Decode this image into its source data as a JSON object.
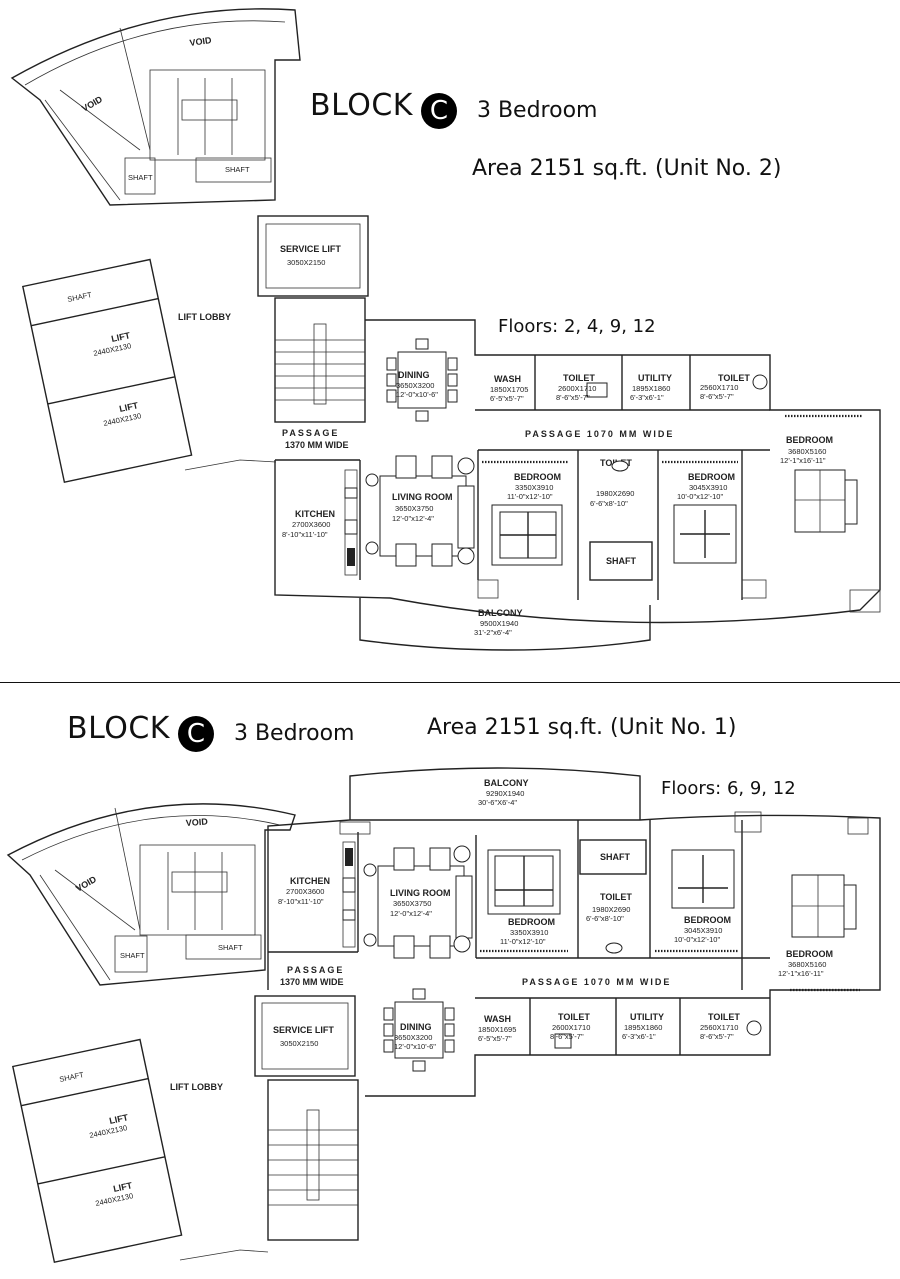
{
  "unit2": {
    "block_word": "BLOCK",
    "block_letter": "C",
    "bedrooms": "3 Bedroom",
    "area": "Area 2151 sq.ft. (Unit No. 2)",
    "floors": "Floors: 2, 4, 9, 12",
    "rooms": {
      "void1": "VOID",
      "void2": "VOID",
      "shaft_a": "SHAFT",
      "shaft_b": "SHAFT",
      "shaft_c": "SHAFT",
      "service_lift": "SERVICE LIFT",
      "service_lift_dim": "3050X2150",
      "lift_lobby": "LIFT LOBBY",
      "lift1": "LIFT",
      "lift1_dim": "2440X2130",
      "lift2": "LIFT",
      "lift2_dim": "2440X2130",
      "passage_left": "PASSAGE",
      "passage_left_w": "1370 MM WIDE",
      "dining": "DINING",
      "dining_dim1": "3650X3200",
      "dining_dim2": "12'-0\"x10'-6\"",
      "wash": "WASH",
      "wash_dim1": "1850X1705",
      "wash_dim2": "6'-5\"x5'-7\"",
      "toilet1": "TOILET",
      "toilet1_dim1": "2600X1710",
      "toilet1_dim2": "8'-6\"x5'-7\"",
      "utility": "UTILITY",
      "utility_dim1": "1895X1860",
      "utility_dim2": "6'-3\"x6'-1\"",
      "toilet2": "TOILET",
      "toilet2_dim1": "2560X1710",
      "toilet2_dim2": "8'-6\"x5'-7\"",
      "passage_main": "PASSAGE 1070 MM WIDE",
      "bedroom_r": "BEDROOM",
      "bedroom_r_dim1": "3680X5160",
      "bedroom_r_dim2": "12'-1\"x16'-11\"",
      "kitchen": "KITCHEN",
      "kitchen_dim1": "2700X3600",
      "kitchen_dim2": "8'-10\"x11'-10\"",
      "living": "LIVING ROOM",
      "living_dim1": "3650X3750",
      "living_dim2": "12'-0\"x12'-4\"",
      "bedroom1": "BEDROOM",
      "bedroom1_dim1": "3350X3910",
      "bedroom1_dim2": "11'-0\"x12'-10\"",
      "toilet3": "TOILET",
      "toilet3_dim1": "1980X2690",
      "toilet3_dim2": "6'-6\"x8'-10\"",
      "shaft_mid": "SHAFT",
      "bedroom2": "BEDROOM",
      "bedroom2_dim1": "3045X3910",
      "bedroom2_dim2": "10'-0\"x12'-10\"",
      "balcony": "BALCONY",
      "balcony_dim1": "9500X1940",
      "balcony_dim2": "31'-2\"x6'-4\""
    }
  },
  "unit1": {
    "block_word": "BLOCK",
    "block_letter": "C",
    "bedrooms": "3 Bedroom",
    "area": "Area 2151 sq.ft. (Unit No. 1)",
    "floors": "Floors: 6, 9, 12",
    "rooms": {
      "balcony": "BALCONY",
      "balcony_dim1": "9290X1940",
      "balcony_dim2": "30'-6\"X6'-4\"",
      "void1": "VOID",
      "void2": "VOID",
      "shaft_a": "SHAFT",
      "shaft_b": "SHAFT",
      "shaft_c": "SHAFT",
      "kitchen": "KITCHEN",
      "kitchen_dim1": "2700X3600",
      "kitchen_dim2": "8'-10\"x11'-10\"",
      "living": "LIVING ROOM",
      "living_dim1": "3650X3750",
      "living_dim2": "12'-0\"x12'-4\"",
      "shaft_mid": "SHAFT",
      "toilet3": "TOILET",
      "toilet3_dim1": "1980X2690",
      "toilet3_dim2": "6'-6\"x8'-10\"",
      "bedroom1": "BEDROOM",
      "bedroom1_dim1": "3350X3910",
      "bedroom1_dim2": "11'-0\"x12'-10\"",
      "bedroom2": "BEDROOM",
      "bedroom2_dim1": "3045X3910",
      "bedroom2_dim2": "10'-0\"x12'-10\"",
      "bedroom_r": "BEDROOM",
      "bedroom_r_dim1": "3680X5160",
      "bedroom_r_dim2": "12'-1\"x16'-11\"",
      "passage_left": "PASSAGE",
      "passage_left_w": "1370 MM WIDE",
      "passage_main": "PASSAGE 1070 MM WIDE",
      "service_lift": "SERVICE LIFT",
      "service_lift_dim": "3050X2150",
      "dining": "DINING",
      "dining_dim1": "3650X3200",
      "dining_dim2": "12'-0\"x10'-6\"",
      "wash": "WASH",
      "wash_dim1": "1850X1695",
      "wash_dim2": "6'-5\"x5'-7\"",
      "toilet1": "TOILET",
      "toilet1_dim1": "2600X1710",
      "toilet1_dim2": "8'-6\"x5'-7\"",
      "utility": "UTILITY",
      "utility_dim1": "1895X1860",
      "utility_dim2": "6'-3\"x6'-1\"",
      "toilet2": "TOILET",
      "toilet2_dim1": "2560X1710",
      "toilet2_dim2": "8'-6\"x5'-7\"",
      "lift_lobby": "LIFT LOBBY",
      "lift1": "LIFT",
      "lift1_dim": "2440X2130",
      "lift2": "LIFT",
      "lift2_dim": "2440X2130"
    }
  }
}
